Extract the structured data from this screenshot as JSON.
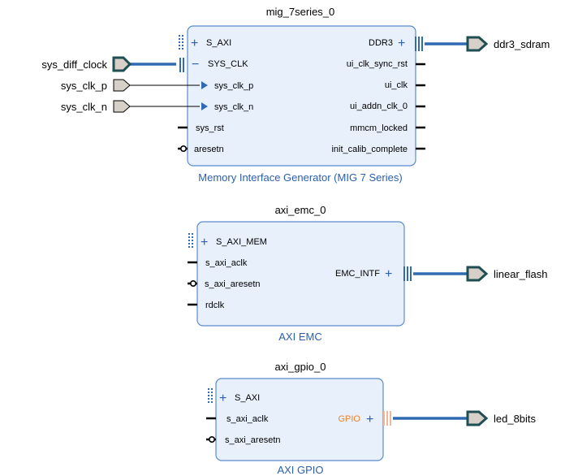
{
  "colors": {
    "block_fill": "#e8f0fb",
    "block_stroke": "#5a8bd0",
    "bus": "#2f6ab3",
    "port_fill": "#d6d0c8",
    "port_stroke": "#1f4f52",
    "subtitle": "#2a5fae",
    "gpio_label": "#f0822a"
  },
  "mig": {
    "instance": "mig_7series_0",
    "subtitle": "Memory Interface Generator (MIG 7 Series)",
    "left_pins": {
      "s_axi": "S_AXI",
      "sys_clk": "SYS_CLK",
      "sys_clk_p": "sys_clk_p",
      "sys_clk_n": "sys_clk_n",
      "sys_rst": "sys_rst",
      "aresetn": "aresetn"
    },
    "right_pins": {
      "ddr3": "DDR3",
      "ui_clk_sync_rst": "ui_clk_sync_rst",
      "ui_clk": "ui_clk",
      "ui_addn_clk_0": "ui_addn_clk_0",
      "mmcm_locked": "mmcm_locked",
      "init_calib_complete": "init_calib_complete"
    }
  },
  "emc": {
    "instance": "axi_emc_0",
    "subtitle": "AXI EMC",
    "left_pins": {
      "s_axi_mem": "S_AXI_MEM",
      "s_axi_aclk": "s_axi_aclk",
      "s_axi_aresetn": "s_axi_aresetn",
      "rdclk": "rdclk"
    },
    "right_pins": {
      "emc_intf": "EMC_INTF"
    }
  },
  "gpio": {
    "instance": "axi_gpio_0",
    "subtitle": "AXI GPIO",
    "left_pins": {
      "s_axi": "S_AXI",
      "s_axi_aclk": "s_axi_aclk",
      "s_axi_aresetn": "s_axi_aresetn"
    },
    "right_pins": {
      "gpio": "GPIO"
    }
  },
  "external_ports": {
    "sys_diff_clock": "sys_diff_clock",
    "sys_clk_p": "sys_clk_p",
    "sys_clk_n": "sys_clk_n",
    "ddr3_sdram": "ddr3_sdram",
    "linear_flash": "linear_flash",
    "led_8bits": "led_8bits"
  },
  "glyphs": {
    "plus": "+",
    "minus": "−"
  }
}
